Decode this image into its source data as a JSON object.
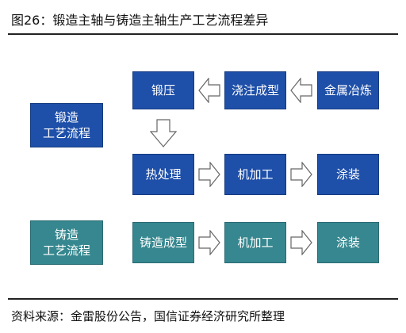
{
  "figure": {
    "title": "图26：锻造主轴与铸造主轴生产工艺流程差异",
    "source": "资料来源：金雷股份公告，国信证券经济研究所整理"
  },
  "forging": {
    "category_label": "锻造\n工艺流程",
    "row1": [
      "锻压",
      "浇注成型",
      "金属冶炼"
    ],
    "row2": [
      "热处理",
      "机加工",
      "涂装"
    ]
  },
  "casting": {
    "category_label": "铸造\n工艺流程",
    "steps": [
      "铸造成型",
      "机加工",
      "涂装"
    ]
  },
  "colors": {
    "forging_box": "#1e4fa9",
    "casting_box": "#36878f",
    "arrow_stroke": "#666666",
    "rule": "#222222"
  }
}
